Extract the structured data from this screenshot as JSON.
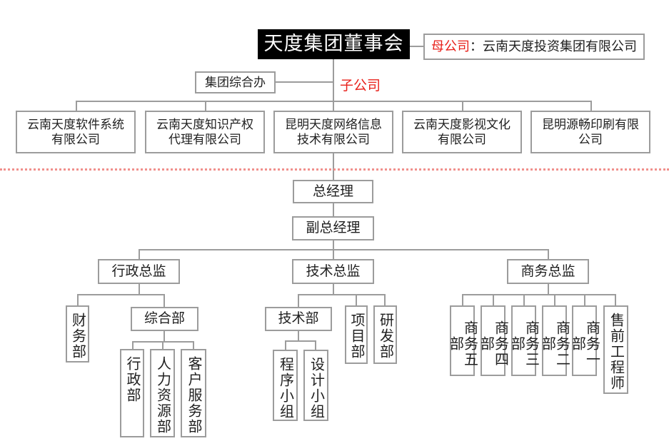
{
  "colors": {
    "accent_red": "#e8201a",
    "divider_red": "#f0908c",
    "line_gray": "#9c9c9c",
    "box_black": "#000000"
  },
  "nodes": {
    "board": "天度集团董事会",
    "parent_label": "母公司",
    "parent_rest": "：云南天度投资集团有限公司",
    "group_office": "集团综合办",
    "subsidiary_tag": "子公司",
    "subsidiaries": [
      "云南天度软件系统\n有限公司",
      "云南天度知识产权\n代理有限公司",
      "昆明天度网络信息\n技术有限公司",
      "云南天度影视文化\n有限公司",
      "昆明源畅印刷有限\n公司"
    ],
    "general_manager": "总经理",
    "deputy_general_manager": "副总经理",
    "directors": [
      "行政总监",
      "技术总监",
      "商务总监"
    ],
    "admin_branch": {
      "finance": "财务部",
      "general_affairs": "综合部",
      "children": [
        "行政部",
        "人力资源部",
        "客户服务部"
      ]
    },
    "tech_branch": {
      "tech_dept": "技术部",
      "project_dept": "项目部",
      "rnd_dept": "研发部",
      "teams": [
        "程序小组",
        "设计小组"
      ]
    },
    "business_branch": {
      "depts": [
        "商务五部",
        "商务四部",
        "商务三部",
        "商务二部",
        "商务一部",
        "售前工程师"
      ]
    }
  }
}
